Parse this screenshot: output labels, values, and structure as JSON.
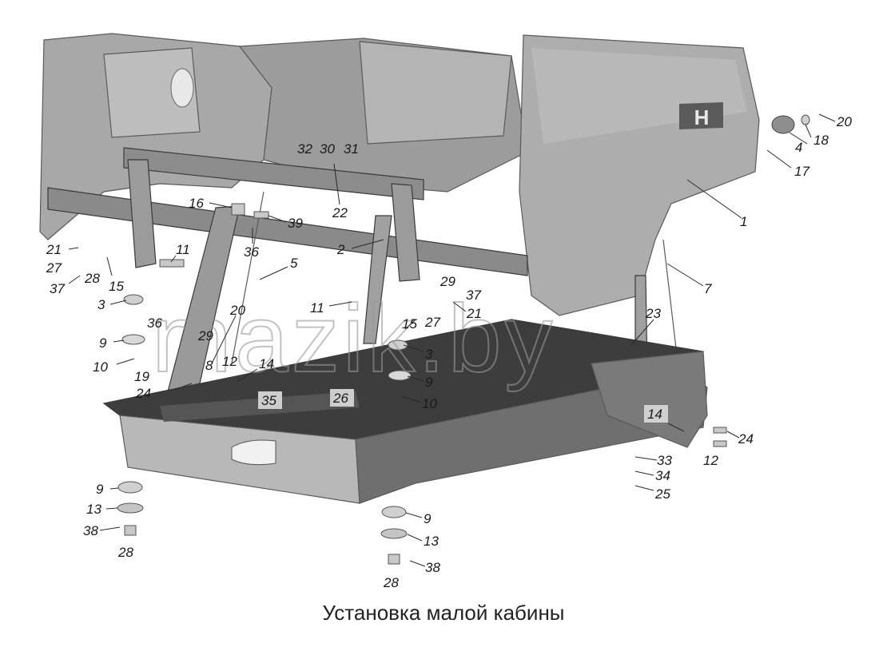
{
  "caption": "Установка малой кабины",
  "watermark": "mazik.by",
  "colors": {
    "body_panel": "#a9a9a9",
    "frame": "#7e7e7e",
    "frame_dark": "#4a4a4a",
    "highlight": "#d4d4d4",
    "label": "#1a1a1a"
  },
  "callouts": [
    {
      "id": "c1",
      "text": "1"
    },
    {
      "id": "c2",
      "text": "2"
    },
    {
      "id": "c3a",
      "text": "3"
    },
    {
      "id": "c3b",
      "text": "3"
    },
    {
      "id": "c4",
      "text": "4"
    },
    {
      "id": "c5",
      "text": "5"
    },
    {
      "id": "c7",
      "text": "7"
    },
    {
      "id": "c8",
      "text": "8"
    },
    {
      "id": "c9a",
      "text": "9"
    },
    {
      "id": "c9b",
      "text": "9"
    },
    {
      "id": "c9c",
      "text": "9"
    },
    {
      "id": "c9d",
      "text": "9"
    },
    {
      "id": "c10a",
      "text": "10"
    },
    {
      "id": "c10b",
      "text": "10"
    },
    {
      "id": "c11a",
      "text": "11"
    },
    {
      "id": "c11b",
      "text": "11"
    },
    {
      "id": "c12a",
      "text": "12"
    },
    {
      "id": "c12b",
      "text": "12"
    },
    {
      "id": "c13a",
      "text": "13"
    },
    {
      "id": "c13b",
      "text": "13"
    },
    {
      "id": "c14a",
      "text": "14"
    },
    {
      "id": "c14b",
      "text": "14"
    },
    {
      "id": "c15a",
      "text": "15"
    },
    {
      "id": "c15b",
      "text": "15"
    },
    {
      "id": "c16",
      "text": "16"
    },
    {
      "id": "c17",
      "text": "17"
    },
    {
      "id": "c18",
      "text": "18"
    },
    {
      "id": "c19",
      "text": "19"
    },
    {
      "id": "c20a",
      "text": "20"
    },
    {
      "id": "c20b",
      "text": "20"
    },
    {
      "id": "c21a",
      "text": "21"
    },
    {
      "id": "c21b",
      "text": "21"
    },
    {
      "id": "c22",
      "text": "22"
    },
    {
      "id": "c23",
      "text": "23"
    },
    {
      "id": "c24a",
      "text": "24"
    },
    {
      "id": "c24b",
      "text": "24"
    },
    {
      "id": "c25",
      "text": "25"
    },
    {
      "id": "c26",
      "text": "26"
    },
    {
      "id": "c27a",
      "text": "27"
    },
    {
      "id": "c27b",
      "text": "27"
    },
    {
      "id": "c28a",
      "text": "28"
    },
    {
      "id": "c28b",
      "text": "28"
    },
    {
      "id": "c28c",
      "text": "28"
    },
    {
      "id": "c29a",
      "text": "29"
    },
    {
      "id": "c29b",
      "text": "29"
    },
    {
      "id": "c30",
      "text": "30"
    },
    {
      "id": "c31",
      "text": "31"
    },
    {
      "id": "c32",
      "text": "32"
    },
    {
      "id": "c33",
      "text": "33"
    },
    {
      "id": "c34",
      "text": "34"
    },
    {
      "id": "c35",
      "text": "35"
    },
    {
      "id": "c36a",
      "text": "36"
    },
    {
      "id": "c36b",
      "text": "36"
    },
    {
      "id": "c37a",
      "text": "37"
    },
    {
      "id": "c37b",
      "text": "37"
    },
    {
      "id": "c38a",
      "text": "38"
    },
    {
      "id": "c38b",
      "text": "38"
    },
    {
      "id": "c39",
      "text": "39"
    }
  ]
}
